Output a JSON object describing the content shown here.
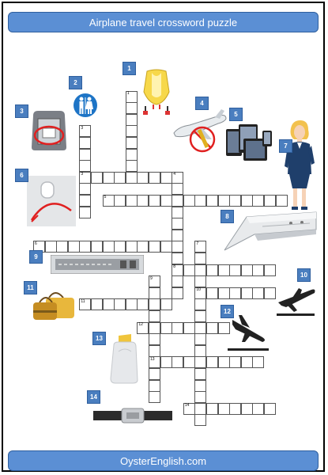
{
  "title": "Airplane travel crossword puzzle",
  "footer": "OysterEnglish.com",
  "clue_badges": [
    "1",
    "2",
    "3",
    "4",
    "5",
    "6",
    "7",
    "8",
    "9",
    "10",
    "11",
    "12",
    "13",
    "14"
  ],
  "grid_numbers": [
    "1",
    "2",
    "3",
    "4",
    "5",
    "6",
    "7",
    "8",
    "9",
    "10",
    "11",
    "12",
    "13",
    "14"
  ],
  "icons": [
    "life-vest-icon",
    "restroom-sign-icon",
    "tray-table-icon",
    "airplane-no-seatbelt-icon",
    "tablets-icon",
    "window-shade-icon",
    "flight-attendant-icon",
    "overhead-bin-icon",
    "seat-control-panel-icon",
    "takeoff-icon",
    "luggage-bags-icon",
    "landing-icon",
    "air-sickness-bag-icon",
    "seatbelt-icon"
  ]
}
